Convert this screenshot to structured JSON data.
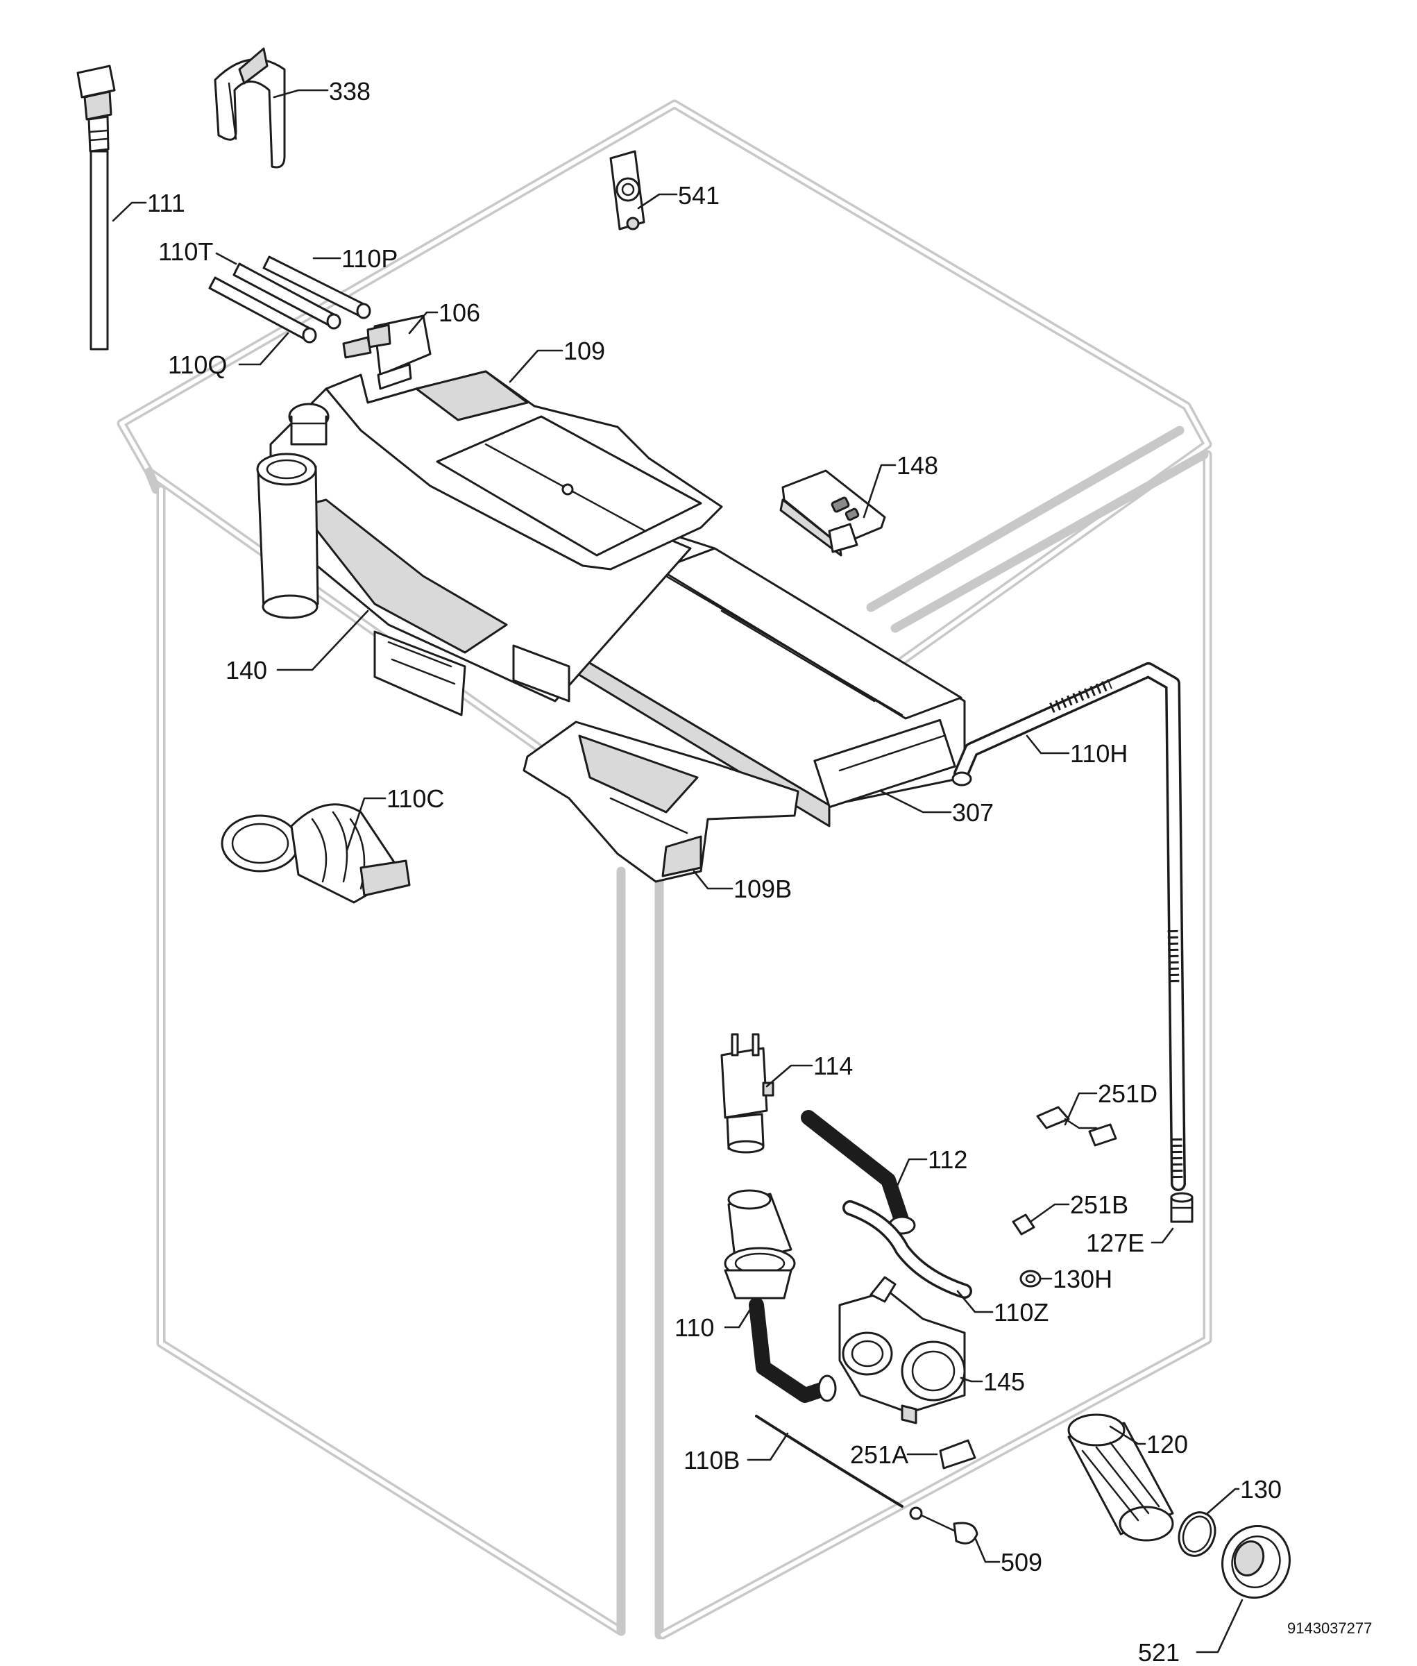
{
  "labels": {
    "l338": "338",
    "l111": "111",
    "l541": "541",
    "l110T": "110T",
    "l110P": "110P",
    "l106": "106",
    "l110Q": "110Q",
    "l109": "109",
    "l148": "148",
    "l140": "140",
    "l110H": "110H",
    "l110C": "110C",
    "l307": "307",
    "l109B": "109B",
    "l114": "114",
    "l251D": "251D",
    "l112": "112",
    "l251B": "251B",
    "l127E": "127E",
    "l130H": "130H",
    "l110Z": "110Z",
    "l110": "110",
    "l145": "145",
    "l251A": "251A",
    "l120": "120",
    "l110B": "110B",
    "l130": "130",
    "l509": "509",
    "l521": "521"
  },
  "document_code": "9143037277"
}
